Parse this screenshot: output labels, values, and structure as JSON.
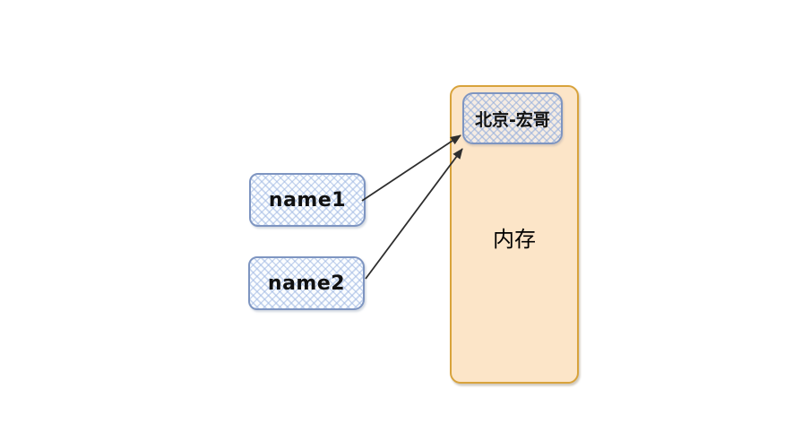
{
  "diagram": {
    "variables": [
      {
        "id": "name1",
        "label": "name1"
      },
      {
        "id": "name2",
        "label": "name2"
      }
    ],
    "memory": {
      "label": "内存",
      "value": "北京-宏哥"
    },
    "connections": [
      {
        "from": "name1",
        "to": "北京-宏哥"
      },
      {
        "from": "name2",
        "to": "北京-宏哥"
      }
    ]
  },
  "colors": {
    "variable_box_border": "#7e95c1",
    "variable_box_pattern": "#9eb7e2",
    "memory_box_fill": "#fce5c8",
    "memory_box_border": "#d8a33c",
    "value_box_border": "#7e95c1",
    "arrow": "#2e2e2e",
    "text": "#000000"
  }
}
